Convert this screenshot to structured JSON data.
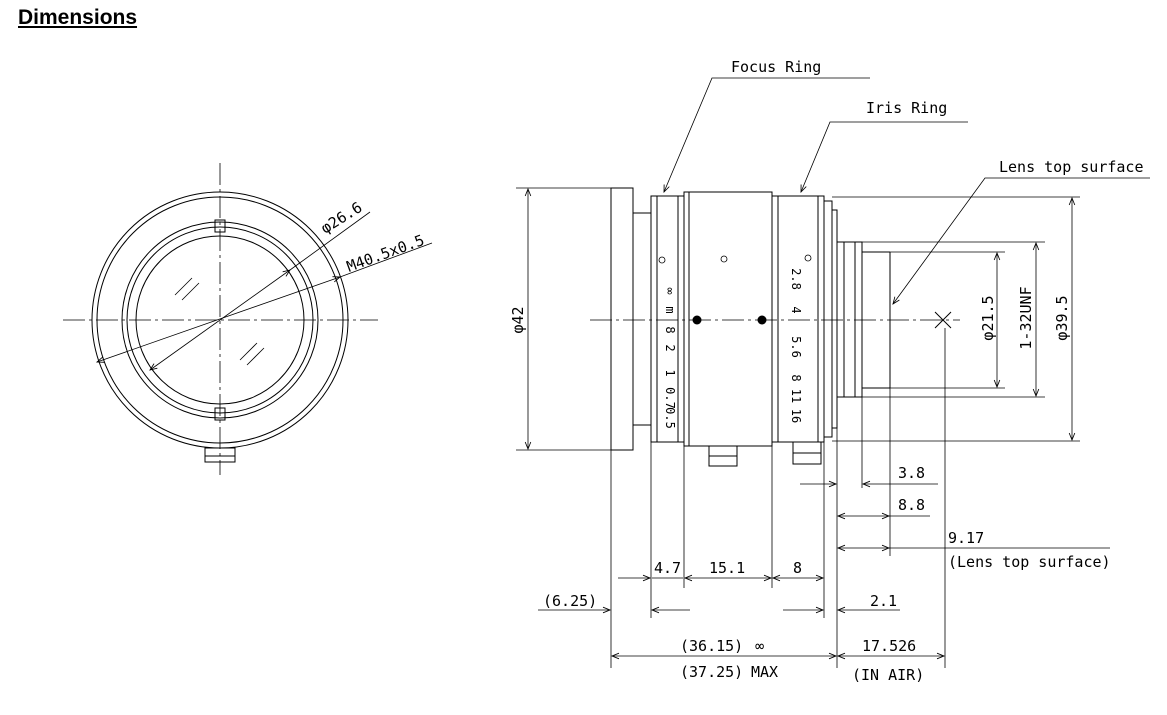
{
  "header": {
    "title": "Dimensions"
  },
  "callouts": {
    "focus_ring": "Focus Ring",
    "iris_ring": "Iris Ring",
    "lens_top_surface": "Lens top surface"
  },
  "front_view": {
    "diameter_label": "φ26.6",
    "thread_label": "M40.5x0.5"
  },
  "focus_scale": [
    "∞",
    "m",
    "8",
    "2",
    "1",
    "0.7",
    "0.5"
  ],
  "iris_scale": [
    "2.8",
    "4",
    "5.6",
    "8",
    "11",
    "16"
  ],
  "dimensions": {
    "outer_diameter": "φ42",
    "rear_outer": "φ39.5",
    "mount_thread": "1-32UNF",
    "rear_inner": "φ21.5",
    "d_3_8": "3.8",
    "d_8_8": "8.8",
    "d_9_17": "9.17",
    "d_9_17_note": "(Lens top surface)",
    "d_4_7": "4.7",
    "d_15_1": "15.1",
    "d_8": "8",
    "d_6_25": "(6.25)",
    "d_2_1": "2.1",
    "d_36_15": "(36.15)",
    "inf_symbol": "∞",
    "d_37_25": "(37.25)",
    "max_label": "MAX",
    "d_17_526": "17.526",
    "in_air": "(IN AIR)"
  }
}
